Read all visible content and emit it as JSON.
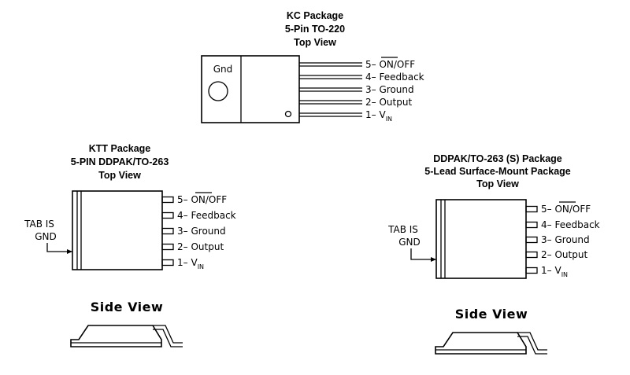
{
  "kc": {
    "title": [
      "KC Package",
      "5-Pin TO-220",
      "Top View"
    ],
    "tab_label": "Gnd",
    "pins": [
      {
        "num": "5",
        "name": "ON/OFF",
        "overline": "ON"
      },
      {
        "num": "4",
        "name": "Feedback"
      },
      {
        "num": "3",
        "name": "Ground"
      },
      {
        "num": "2",
        "name": "Output"
      },
      {
        "num": "1",
        "name": "V",
        "sub": "IN"
      }
    ]
  },
  "ktt": {
    "title": [
      "KTT Package",
      "5-PIN DDPAK/TO-263",
      "Top View"
    ],
    "tab_label": [
      "TAB IS",
      "GND"
    ],
    "side_label": "Side View",
    "pins": [
      {
        "num": "5",
        "name": "ON/OFF",
        "overline": "ON"
      },
      {
        "num": "4",
        "name": "Feedback"
      },
      {
        "num": "3",
        "name": "Ground"
      },
      {
        "num": "2",
        "name": "Output"
      },
      {
        "num": "1",
        "name": "V",
        "sub": "IN"
      }
    ]
  },
  "ddpak": {
    "title": [
      "DDPAK/TO-263 (S) Package",
      "5-Lead Surface-Mount Package",
      "Top View"
    ],
    "tab_label": [
      "TAB IS",
      "GND"
    ],
    "side_label": "Side View",
    "pins": [
      {
        "num": "5",
        "name": "ON/OFF",
        "overline": "ON"
      },
      {
        "num": "4",
        "name": "Feedback"
      },
      {
        "num": "3",
        "name": "Ground"
      },
      {
        "num": "2",
        "name": "Output"
      },
      {
        "num": "1",
        "name": "V",
        "sub": "IN"
      }
    ]
  }
}
